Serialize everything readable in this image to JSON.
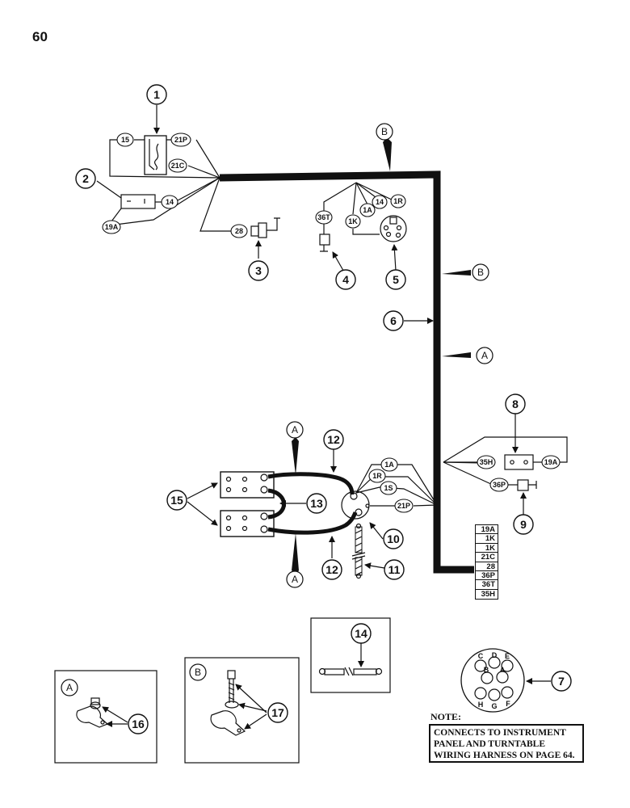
{
  "page_number": "60",
  "callouts": {
    "c1": "1",
    "c2": "2",
    "c3": "3",
    "c4": "4",
    "c5": "5",
    "c6": "6",
    "c7": "7",
    "c8": "8",
    "c9": "9",
    "c10": "10",
    "c11": "11",
    "c12a": "12",
    "c12b": "12",
    "c13": "13",
    "c14": "14",
    "c15": "15",
    "c16": "16",
    "c17": "17"
  },
  "section_markers": {
    "b_top": "B",
    "b_right": "B",
    "a_right": "A",
    "a_top": "A",
    "a_bottom": "A",
    "detail_a": "A",
    "detail_b": "B"
  },
  "wire_tags": {
    "t15": "15",
    "t21p_top": "21P",
    "t21c": "21C",
    "t14a": "14",
    "t19a_left": "19A",
    "t28": "28",
    "t36t": "36T",
    "t1k": "1K",
    "t1a_top": "1A",
    "t14b": "14",
    "t1r_top": "1R",
    "t35h": "35H",
    "t19a_right": "19A",
    "t36p": "36P",
    "t1a": "1A",
    "t1r": "1R",
    "t1s": "1S",
    "t21p": "21P"
  },
  "connector_pins": {
    "C": "C",
    "D": "D",
    "E": "E",
    "B": "B",
    "A": "A",
    "H": "H",
    "G": "G",
    "F": "F"
  },
  "wire_list": [
    "19A",
    "1K",
    "1K",
    "21C",
    "28",
    "36P",
    "36T",
    "35H"
  ],
  "note": {
    "title": "NOTE:",
    "lines": [
      "CONNECTS TO INSTRUMENT",
      "PANEL AND TURNTABLE",
      "WIRING HARNESS ON PAGE 64."
    ]
  }
}
